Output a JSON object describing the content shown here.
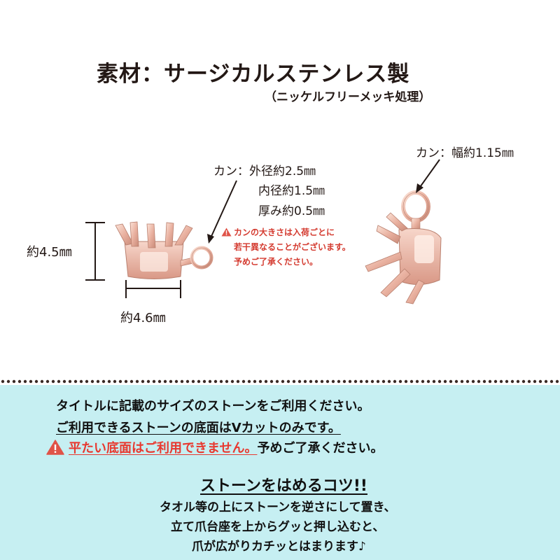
{
  "header": {
    "title": "素材：サージカルステンレス製",
    "subtitle": "（ニッケルフリーメッキ処理）"
  },
  "left_item": {
    "height_label": "約4.5㎜",
    "width_label": "約4.6㎜"
  },
  "kan_spec": {
    "outer": "カン：外径約2.5㎜",
    "inner": "内径約1.5㎜",
    "thickness": "厚み約0.5㎜"
  },
  "right_item": {
    "kan_width": "カン：幅約1.15㎜"
  },
  "warning_note": {
    "line1": "カンの大きさは入荷ごとに",
    "line2": "若干異なることがございます。",
    "line3": "予めご了承ください。"
  },
  "info": {
    "line1": "タイトルに記載のサイズのストーンをご利用ください。",
    "line2": "ご利用できるストーンの底面はVカットのみです。",
    "line3_red": "平たい底面はご利用できません。",
    "line3_rest": "予めご了承ください。"
  },
  "tips": {
    "title": "ストーンをはめるコツ!!",
    "line1": "タオル等の上にストーンを逆さにして置き、",
    "line2": "立て爪台座を上からグッと押し込むと、",
    "line3": "爪が広がりカチッとはまります♪"
  },
  "colors": {
    "rose_gold": "#e9b8a8",
    "warning_red": "#d43a2f",
    "panel_bg": "#c6eff2",
    "dot_border": "#3a2a26"
  }
}
